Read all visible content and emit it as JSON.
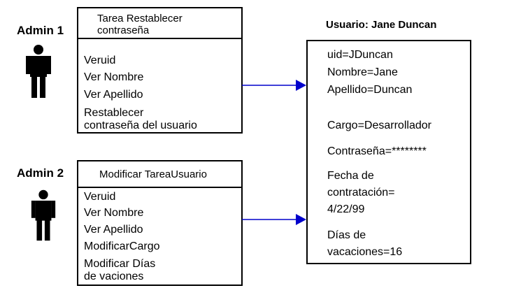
{
  "admins": [
    {
      "label": "Admin 1",
      "task_title": "Tarea Restablecer\ncontraseña",
      "permissions": [
        "Veruid",
        "Ver Nombre",
        "Ver Apellido",
        "Restablecer\ncontraseña del usuario"
      ]
    },
    {
      "label": "Admin 2",
      "task_title": "Modificar TareaUsuario",
      "permissions": [
        "Veruid",
        "Ver Nombre",
        "Ver Apellido",
        "ModificarCargo",
        "Modificar Días\nde vaciones"
      ]
    }
  ],
  "user": {
    "title": "Usuario: Jane Duncan",
    "attributes": [
      "uid=JDuncan",
      "Nombre=Jane",
      "Apellido=Duncan",
      "Cargo=Desarrollador",
      "Contraseña=********",
      "Fecha de\ncontratación=\n4/22/99",
      "Días de\nvacaciones=16"
    ]
  },
  "icons": {
    "person": "person-icon",
    "arrow": "arrow-right-icon"
  }
}
